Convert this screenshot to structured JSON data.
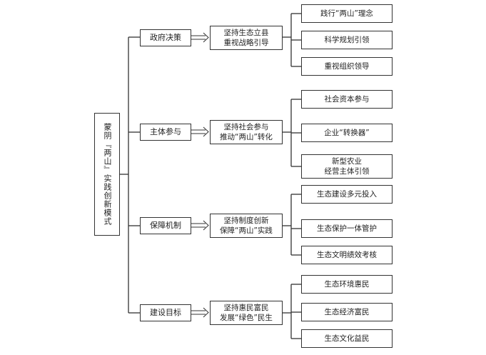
{
  "root": "蒙阴『两山』实践创新模式",
  "branches": [
    {
      "category": "政府决策",
      "strategy": "坚持生态立县\n重视战略引导",
      "items": [
        "践行“两山”理念",
        "科学规划引领",
        "重视组织领导"
      ]
    },
    {
      "category": "主体参与",
      "strategy": "坚持社会参与\n推动“两山”转化",
      "items": [
        "社会资本参与",
        "企业“转换器”",
        "新型农业\n经营主体引领"
      ]
    },
    {
      "category": "保障机制",
      "strategy": "坚持制度创新\n保障“两山”实践",
      "items": [
        "生态建设多元投入",
        "生态保护一体管护",
        "生态文明绩效考核"
      ]
    },
    {
      "category": "建设目标",
      "strategy": "坚持惠民富民\n发展“绿色”民生",
      "items": [
        "生态环境惠民",
        "生态经济富民",
        "生态文化益民"
      ]
    }
  ]
}
